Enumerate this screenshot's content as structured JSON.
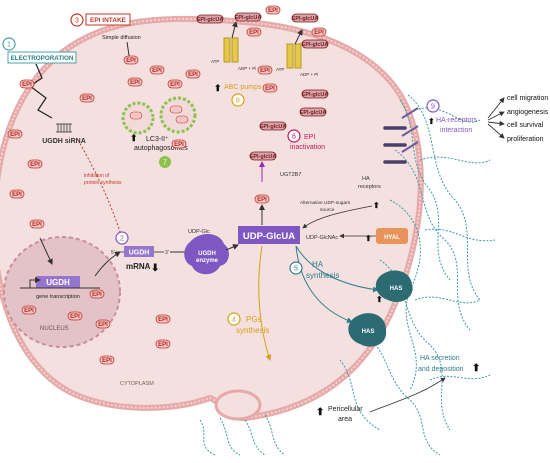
{
  "colors": {
    "cell_fill": "#f5e0e0",
    "cell_membrane": "#e6a9a9",
    "nucleus_fill": "#e4c3c8",
    "epi_fill": "#f4c6c6",
    "epi_stroke": "#c0392b",
    "purple": "#7e57c2",
    "teal": "#2c7f8c",
    "gold": "#d4a017",
    "green": "#8bc34a",
    "magenta": "#c2185b",
    "hyal": "#e8935a"
  },
  "icons": [
    "arrow-up-icon",
    "arrow-down-icon",
    "abc-pump-icon",
    "has-enzyme-icon",
    "ugdh-enzyme-icon",
    "siRNA-icon",
    "receptor-icon"
  ],
  "steps": {
    "s1": {
      "num": "1",
      "label": "ELECTROPORATION"
    },
    "s2": {
      "num": "2"
    },
    "s3": {
      "num": "3",
      "label": "EPI INTAKE"
    },
    "s4": {
      "num": "4",
      "label_line1": "PGs",
      "label_line2": "synthesis"
    },
    "s5": {
      "num": "5",
      "label_line1": "HA",
      "label_line2": "synthesis"
    },
    "s6": {
      "num": "6",
      "label_line1": "EPI",
      "label_line2": "inactivation"
    },
    "s7": {
      "num": "7",
      "label_line1": "LC3-II⁺",
      "label_line2": "autophagosomes"
    },
    "s8": {
      "num": "8",
      "label": "ABC pumps"
    },
    "s9": {
      "num": "9",
      "label_line1": "HA-receptors",
      "label_line2": "interaction"
    }
  },
  "texts": {
    "simple_diffusion": "Simple diffusion",
    "ugdh_sirna": "UGDH siRNA",
    "inhibition_line1": "inhibition of",
    "inhibition_line2": "protein synthesis",
    "ugdh": "UGDH",
    "gene_transcription": "gene transcription",
    "nucleus": "NUCLEUS",
    "mrna": "mRNA",
    "five_prime": "5'",
    "three_prime": "3'",
    "udp_glc": "UDP-Glc",
    "ugdh_enzyme_line1": "UGDH",
    "ugdh_enzyme_line2": "enzyme",
    "udp_glcua": "UDP-GlcUA",
    "ugt2b7": "UGT2B7",
    "alt_sources_line1": "Alternative UDP-sugars",
    "alt_sources_line2": "source",
    "udp_glcnac": "UDP-GlcNAc",
    "hyal": "HYAL",
    "has": "HAS",
    "ha_receptors_line1": "HA",
    "ha_receptors_line2": "receptors",
    "cytoplasm": "CYTOPLASM",
    "ha_secretion_line1": "HA secretion",
    "ha_secretion_line2": "and deposition",
    "pericellular_line1": "Pericellular",
    "pericellular_line2": "area",
    "atp": "ATP",
    "adp_pi": "ADP + Pi",
    "epi": "EPI",
    "epi_glcua": "EPI-glcUA"
  },
  "outcomes": [
    "cell migration",
    "angiogenesis",
    "cell survival",
    "proliferation"
  ]
}
